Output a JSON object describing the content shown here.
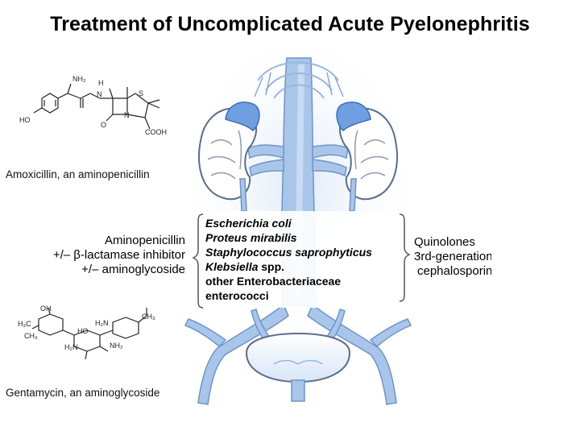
{
  "title": "Treatment of Uncomplicated Acute Pyelonephritis",
  "molecule_top": {
    "caption": "Amoxicillin, an aminopenicillin",
    "labels": {
      "nh2": "NH₂",
      "h": "H",
      "n1": "N",
      "n2": "N",
      "s": "S",
      "o": "O",
      "ho": "HO",
      "cooh": "COOH"
    }
  },
  "molecule_bottom": {
    "caption": "Gentamycin, an aminoglycoside",
    "labels": {
      "oh": "OH",
      "ch3a": "H₃C",
      "ch3b": "CH₃",
      "h2n": "H₂N",
      "ho2": "HO",
      "nh2": "NH₂",
      "h2n2": "H₂N",
      "ch3c": "CH₃"
    }
  },
  "therapy_left": {
    "line1": "Aminopenicillin",
    "line2": "+/– β-lactamase inhibitor",
    "line3": "+/– aminoglycoside"
  },
  "organisms": {
    "o1": "Escherichia coli",
    "o2": "Proteus mirabilis",
    "o3": "Staphylococcus saprophyticus",
    "o4_italic": "Klebsiella",
    "o4_rest": " spp.",
    "o5": "other Enterobacteriaceae",
    "o6": "enterococci"
  },
  "therapy_right": {
    "line1": "Quinolones",
    "line2": "3rd-generation",
    "line3": "cephalosporins"
  },
  "colors": {
    "vessel": "#a9c6ea",
    "vessel_dark": "#5f8fd0",
    "kidney_cap": "#6f9fe0",
    "bracket": "#555555"
  }
}
